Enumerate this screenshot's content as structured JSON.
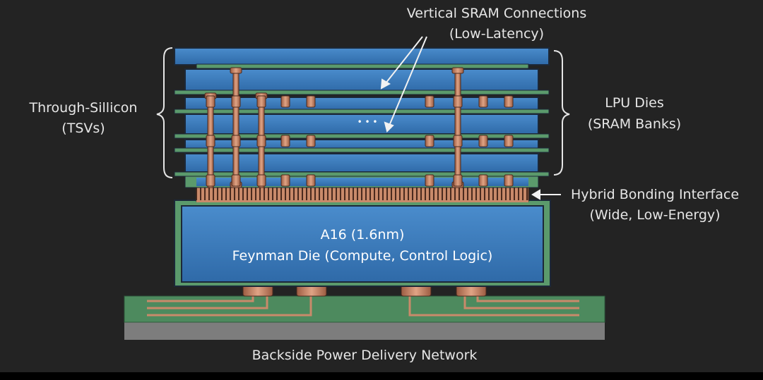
{
  "labels": {
    "vertical_sram_line1": "Vertical SRAM Connections",
    "vertical_sram_line2": "(Low-Latency)",
    "tsv_line1": "Through-Sillicon",
    "tsv_line2": "(TSVs)",
    "lpu_line1": "LPU Dies",
    "lpu_line2": "(SRAM Banks)",
    "hybrid_line1": "Hybrid Bonding Interface",
    "hybrid_line2": "(Wide, Low-Energy)",
    "die_line1": "A16 (1.6nm)",
    "die_line2": "Feynman Die (Compute, Control Logic)",
    "ellipsis": "• • •",
    "backside": "Backside Power Delivery Network"
  },
  "colors": {
    "background": "#232323",
    "die_blue": "#3a78b8",
    "die_border": "#1c2838",
    "substrate_green": "#4d8a5e",
    "copper": "#c98a6a",
    "base_gray": "#7d7d7d",
    "text": "#e6e6e6"
  }
}
